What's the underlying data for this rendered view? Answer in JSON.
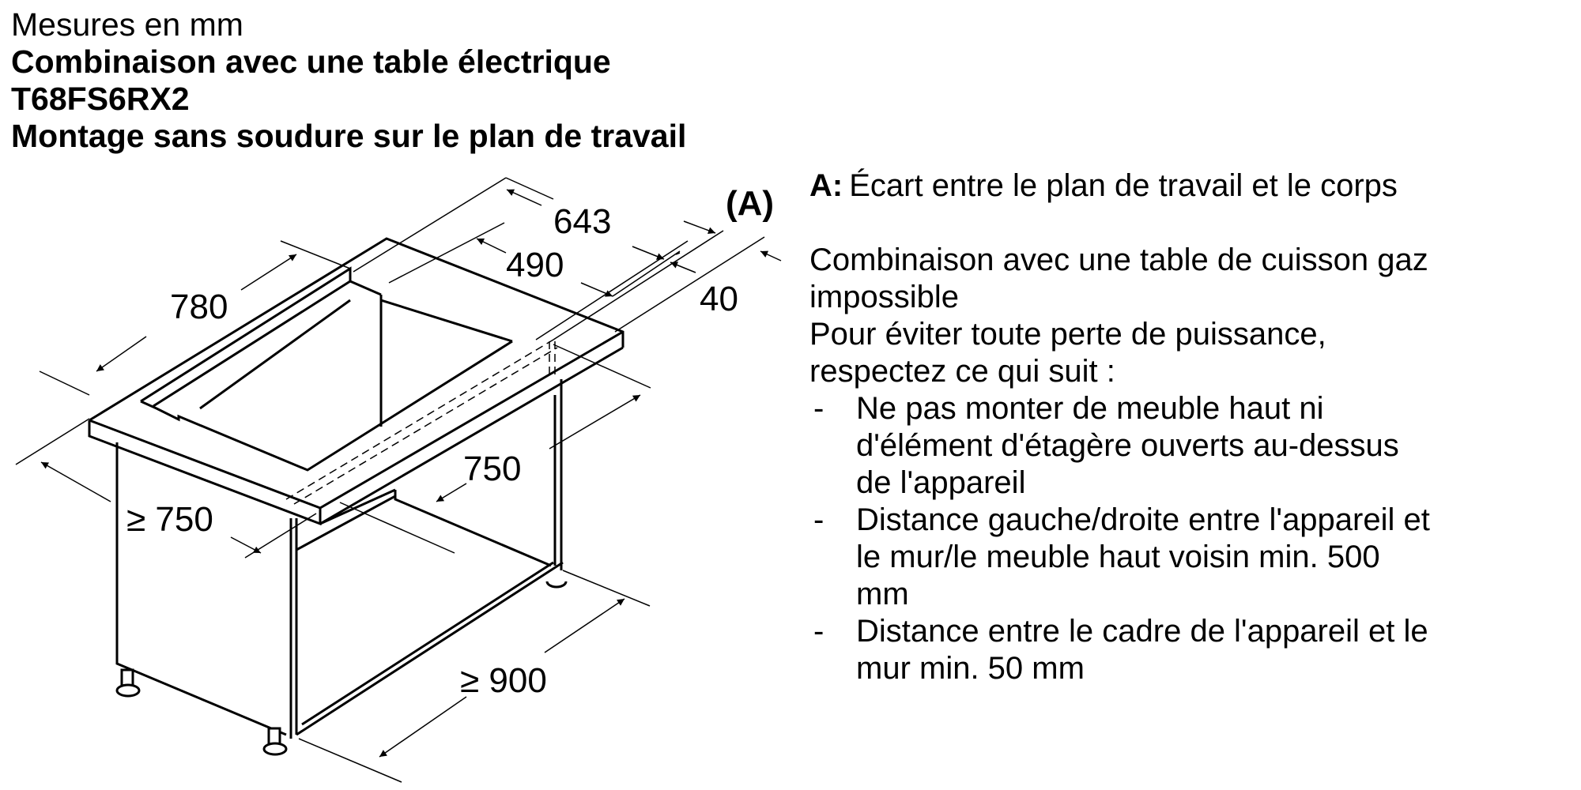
{
  "header": {
    "units": "Mesures en mm",
    "title": "Combinaison avec une table électrique",
    "model": "T68FS6RX2",
    "mounting": "Montage sans soudure sur le plan de travail"
  },
  "diagram": {
    "labels": {
      "d643": "643",
      "d490": "490",
      "d40": "40",
      "marker_a": "(A)",
      "d780": "780",
      "d750_inner": "750",
      "d750_min": "≥ 750",
      "d900_min": "≥ 900"
    },
    "stroke_color": "#000000"
  },
  "notes": {
    "legend": {
      "key": "A:",
      "text": "Écart entre le plan de travail et le corps"
    },
    "para1_line1": "Combinaison avec une table de cuisson gaz",
    "para1_line2": "impossible",
    "para2_line1": "Pour éviter toute perte de puissance,",
    "para2_line2": "respectez ce qui suit :",
    "bullet_char": "-",
    "rules": [
      {
        "lines": [
          "Ne pas monter de meuble haut ni",
          "d'élément d'étagère ouverts au-dessus",
          "de l'appareil"
        ]
      },
      {
        "lines": [
          "Distance gauche/droite entre l'appareil et",
          "le mur/le meuble haut voisin min. 500",
          "mm"
        ]
      },
      {
        "lines": [
          "Distance entre le cadre de l'appareil et le",
          "mur min. 50 mm"
        ]
      }
    ]
  }
}
